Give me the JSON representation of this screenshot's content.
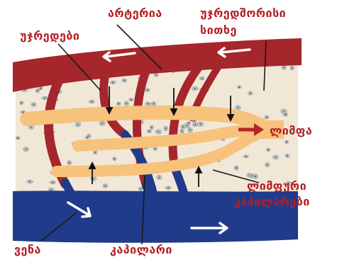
{
  "labels": {
    "artery": "არტერია",
    "interstitial_fluid_line1": "უჯრედშორისი",
    "interstitial_fluid_line2": "სითხე",
    "cells": "უჯრედები",
    "lymph": "ლიმფა",
    "lymph_capillaries_line1": "ლიმფური",
    "lymph_capillaries_line2": "კაპილარები",
    "vein": "ვენა",
    "capillary": "კაპილარი"
  },
  "colors": {
    "artery": "#a5262b",
    "vein": "#1f3b8a",
    "lymph": "#f6c27c",
    "tissue": "#f1e7d7",
    "label": "#b21f24",
    "arrow_white": "#ffffff",
    "arrow_lymph": "#b2262b"
  }
}
